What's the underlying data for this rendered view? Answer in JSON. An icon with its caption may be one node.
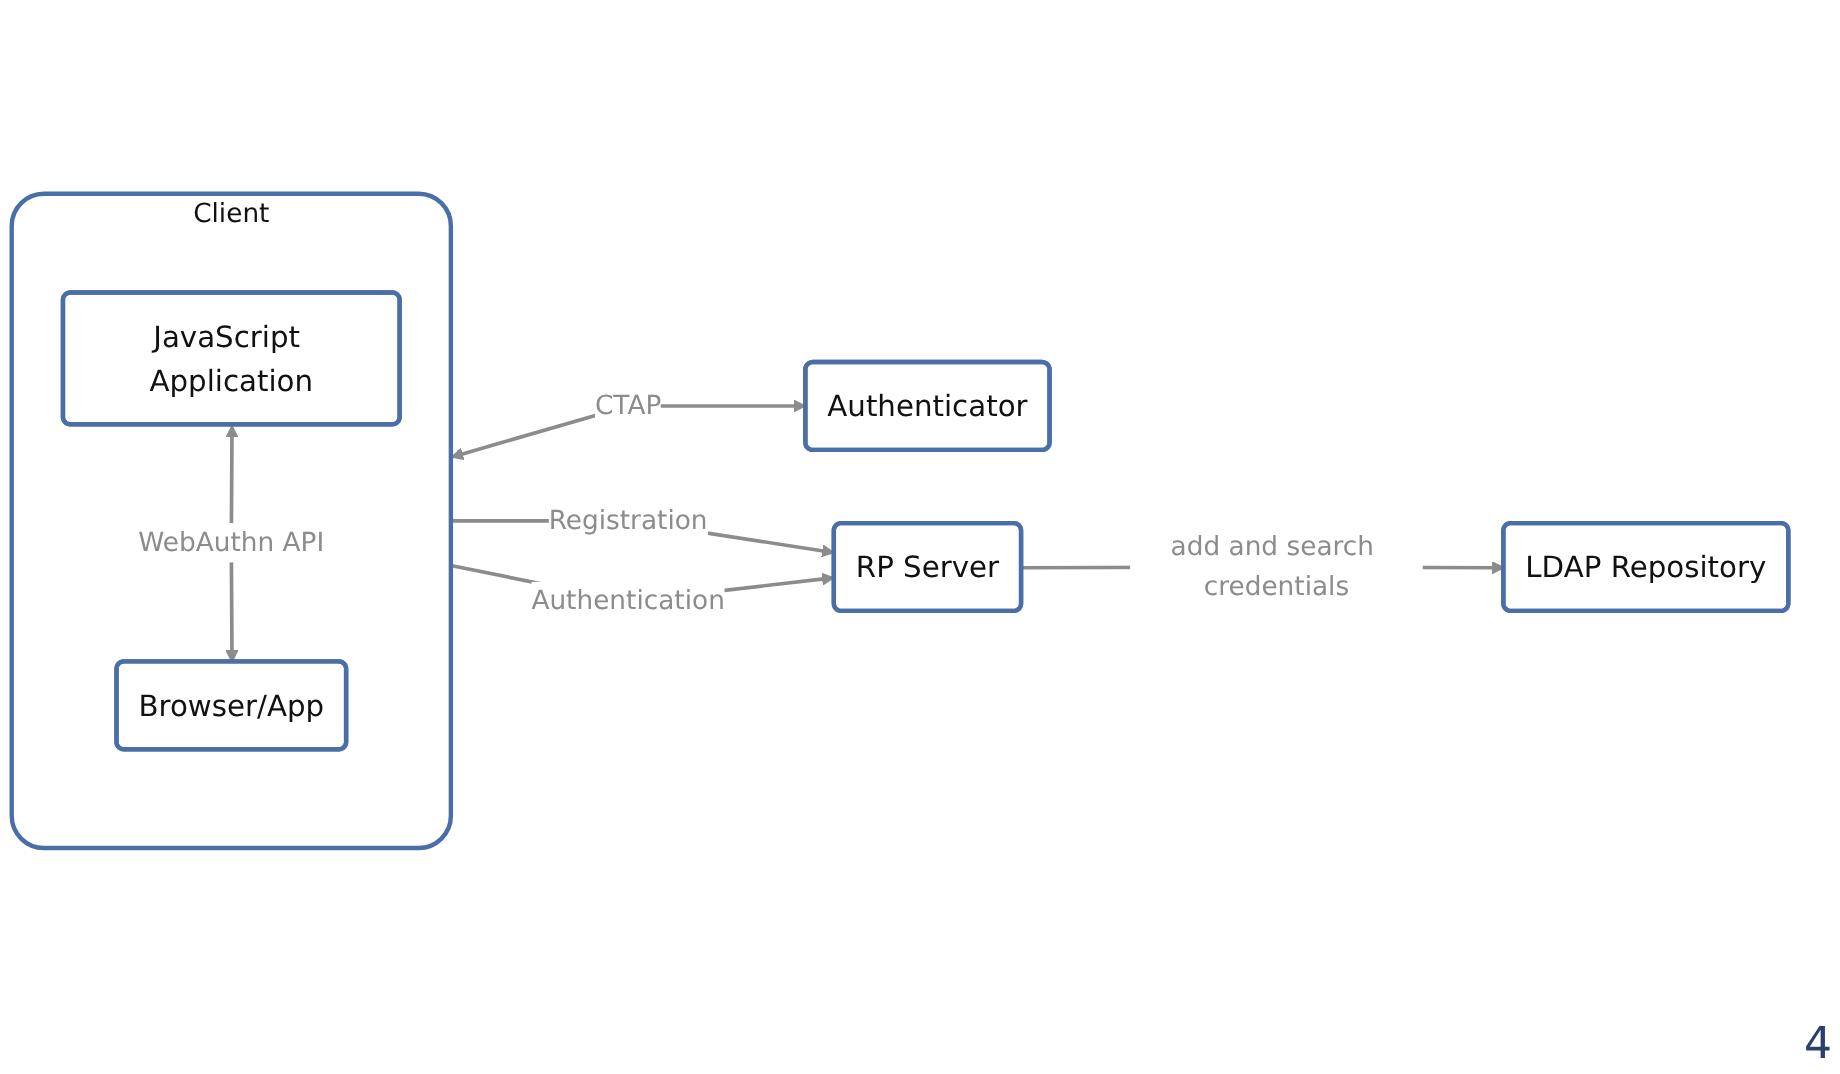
{
  "diagram": {
    "nodes": [
      {
        "text": [
          "Client"
        ]
      },
      {
        "text": [
          "JavaScript Application"
        ],
        "in": 0
      },
      {
        "text": [
          "Browser/App"
        ],
        "in": 0
      },
      {
        "text": [
          "Authenticator"
        ]
      },
      {
        "text": [
          "RP Server"
        ]
      },
      {
        "text": [
          "LDAP Repository"
        ]
      }
    ],
    "edges": [
      {
        "from": 1,
        "to": 2,
        "arrow": "both",
        "label": "WebAuthn API"
      },
      {
        "from": 0,
        "to": 3,
        "arrow": "both",
        "label": "CTAP"
      },
      {
        "from": 0,
        "to": 4,
        "arrow": "to",
        "label": "Registration"
      },
      {
        "from": 0,
        "to": 4,
        "arrow": "to",
        "label": "Authentication"
      },
      {
        "from": 4,
        "to": 5,
        "arrow": "to",
        "label": "add and search credentials"
      }
    ],
    "labels": [
      "4"
    ]
  }
}
